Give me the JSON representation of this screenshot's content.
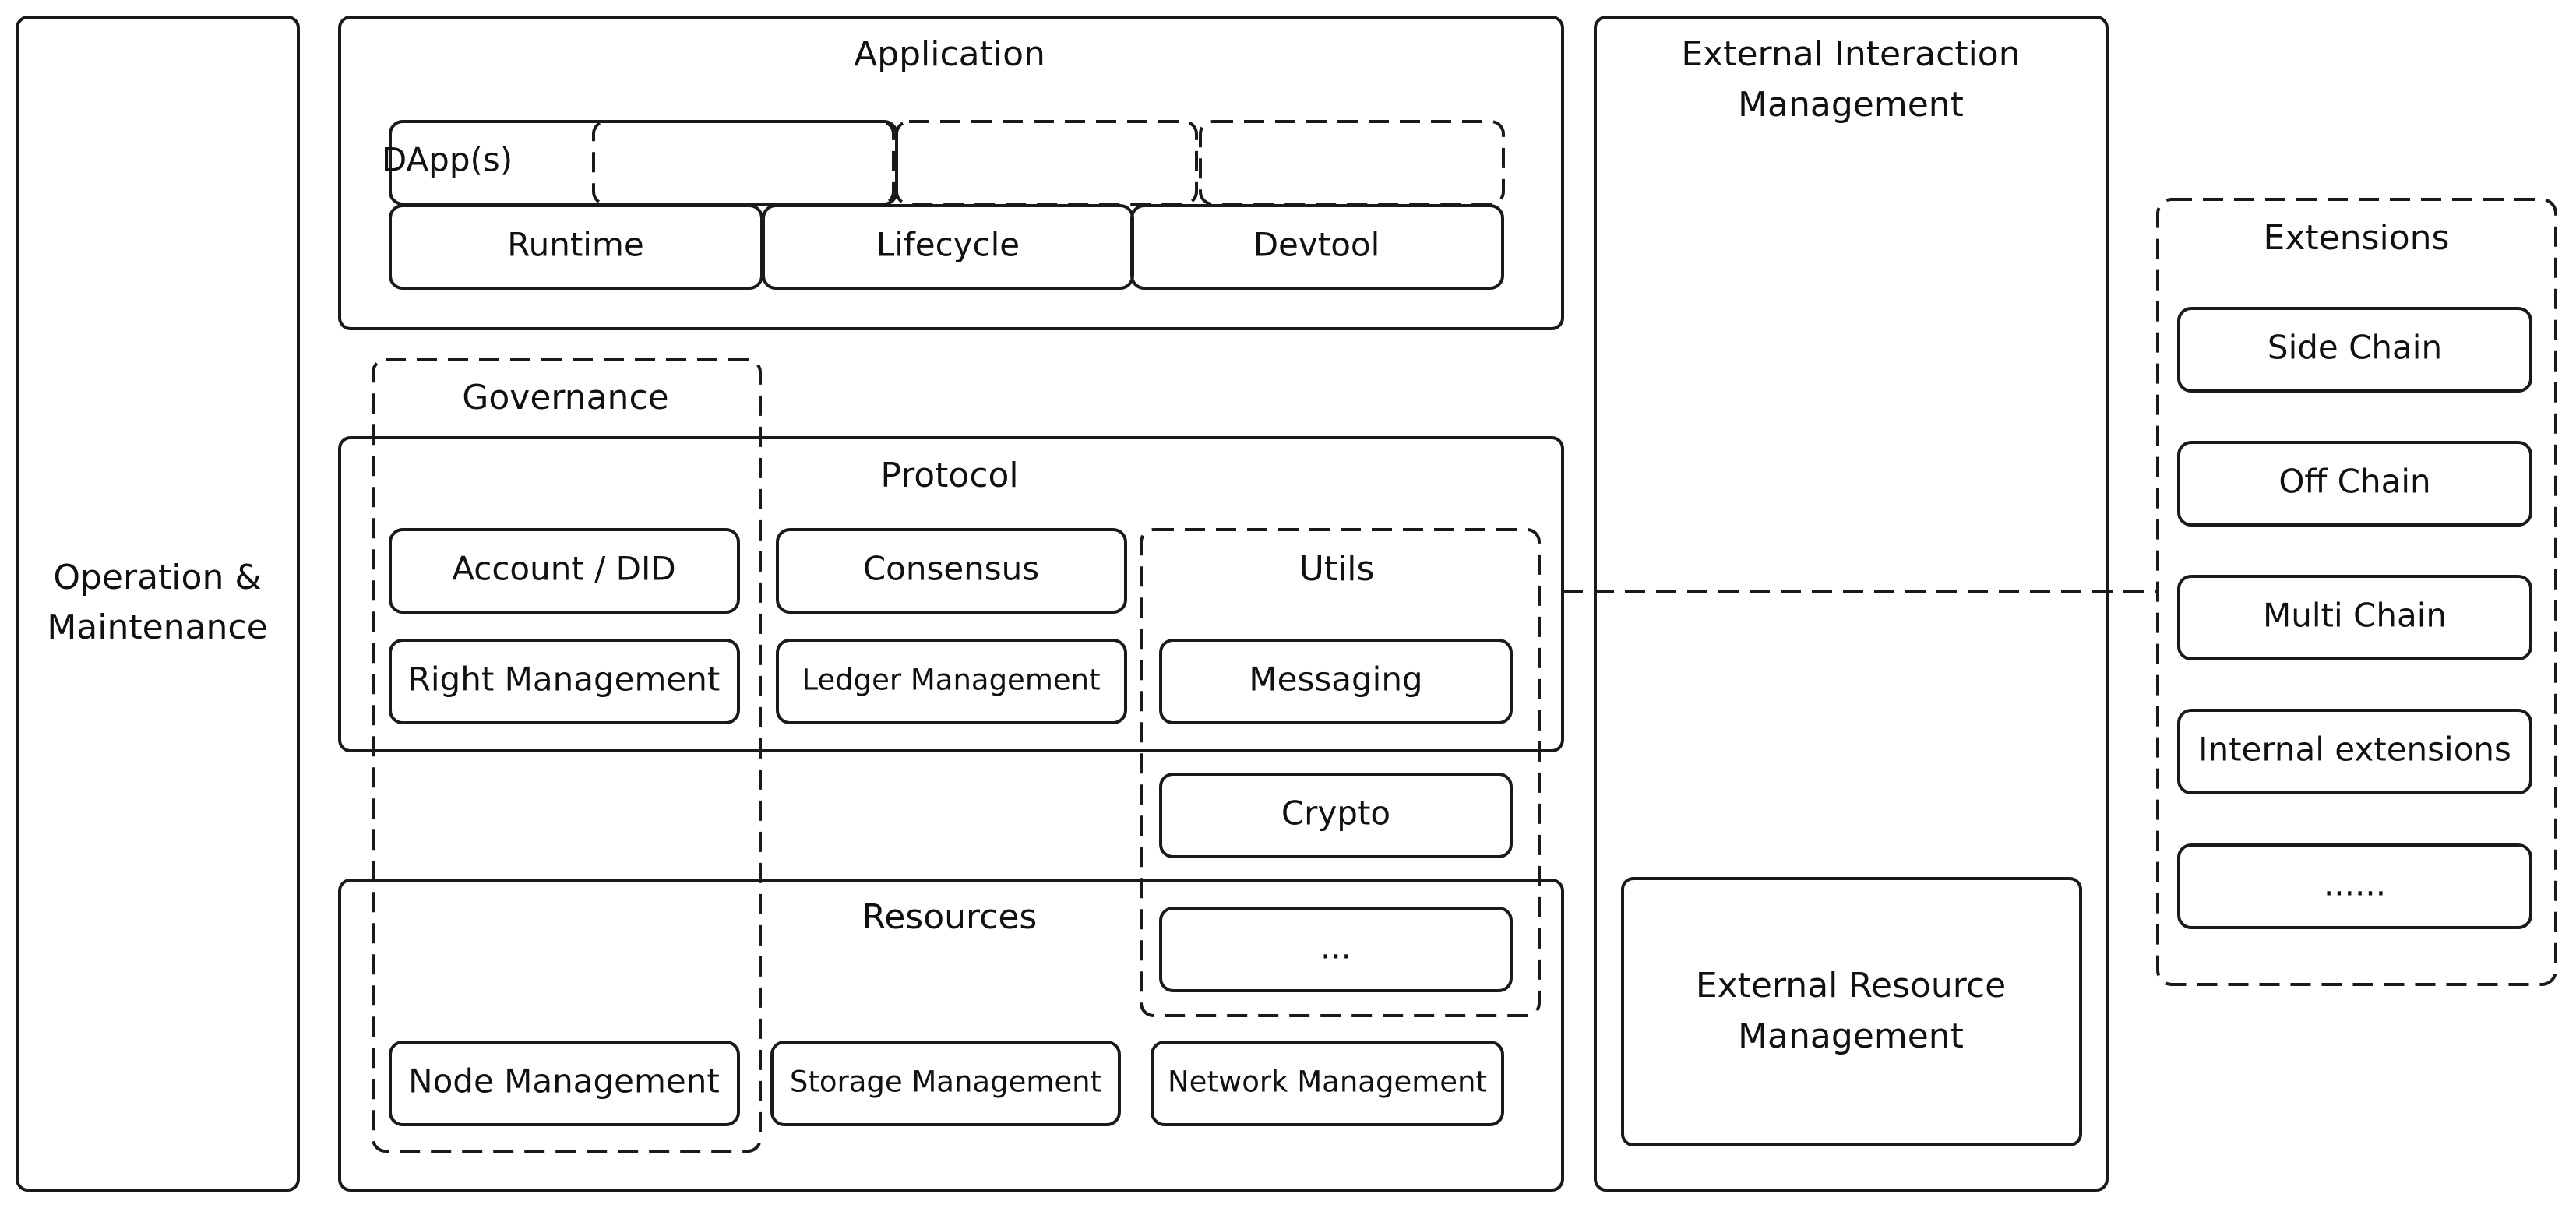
{
  "operation": {
    "label_line1": "Operation &",
    "label_line2": "Maintenance"
  },
  "application": {
    "title": "Application",
    "dapps_label": "DApp(s)",
    "runtime": "Runtime",
    "lifecycle": "Lifecycle",
    "devtool": "Devtool"
  },
  "governance": {
    "title": "Governance"
  },
  "protocol": {
    "title": "Protocol",
    "account_did": "Account / DID",
    "right_management": "Right Management",
    "consensus": "Consensus",
    "ledger_management": "Ledger Management"
  },
  "utils": {
    "title": "Utils",
    "messaging": "Messaging",
    "crypto": "Crypto",
    "more": "..."
  },
  "resources": {
    "title": "Resources",
    "node_management": "Node Management",
    "storage_management": "Storage Management",
    "network_management": "Network Management"
  },
  "external_interaction": {
    "title_line1": "External Interaction",
    "title_line2": "Management"
  },
  "external_resource": {
    "title_line1": "External Resource",
    "title_line2": "Management"
  },
  "extensions": {
    "title": "Extensions",
    "side_chain": "Side Chain",
    "off_chain": "Off Chain",
    "multi_chain": "Multi Chain",
    "internal_extensions": "Internal extensions",
    "more": "......"
  }
}
